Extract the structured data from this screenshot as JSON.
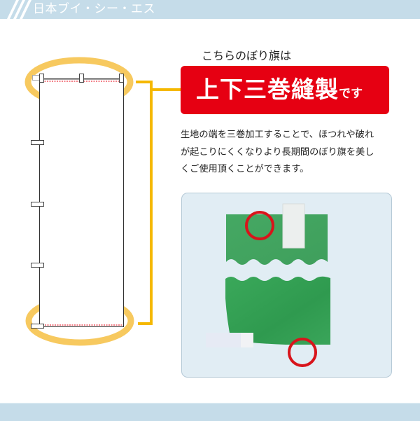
{
  "header": {
    "brand": "日本ブイ・シー・エス",
    "bar_color": "#c5dce9"
  },
  "intro": {
    "lead_text": "こちらのぼり旗は"
  },
  "highlight": {
    "main_text": "上下三巻縫製",
    "suffix_text": "です",
    "bg_color": "#e60012"
  },
  "description": {
    "lines": [
      "生地の端を三巻加工することで、ほつれや破れ",
      "が起こりにくくなりより長期間のぼり旗を美し",
      "くご使用頂くことができます。"
    ]
  },
  "illustration": {
    "banner_diagram": "nobori-flag-outline",
    "highlight_color": "#f7c95f",
    "bracket_color": "#f5b800",
    "photo_fabric_color": "#3aa65a",
    "callout_circle_color": "#d8141b"
  },
  "footer": {
    "bar_color": "#c5dce9"
  }
}
